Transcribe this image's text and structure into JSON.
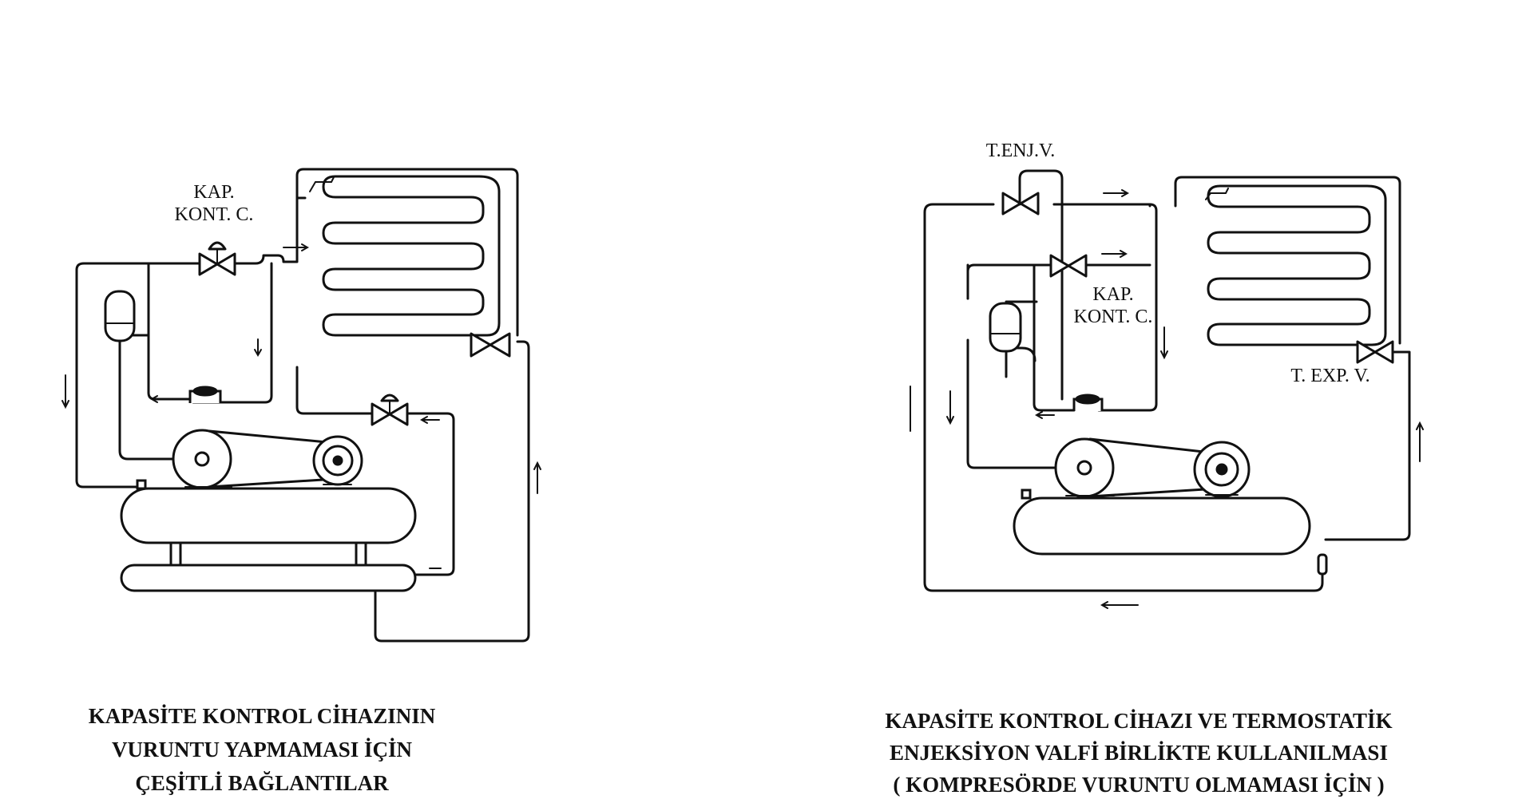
{
  "left_diagram": {
    "valve_label_line1": "KAP.",
    "valve_label_line2": "KONT. C.",
    "caption_line1": "KAPASİTE KONTROL CİHAZININ",
    "caption_line2": "VURUNTU YAPMAMASI İÇİN",
    "caption_line3": "ÇEŞİTLİ BAĞLANTILAR"
  },
  "right_diagram": {
    "injection_valve_label": "T.ENJ.V.",
    "capacity_valve_label_line1": "KAP.",
    "capacity_valve_label_line2": "KONT. C.",
    "expansion_valve_label": "T. EXP. V.",
    "caption_line1": "KAPASİTE KONTROL CİHAZI VE TERMOSTATİK",
    "caption_line2": "ENJEKSİYON VALFİ BİRLİKTE KULLANILMASI",
    "caption_line3": "( KOMPRESÖRDE VURUNTU OLMAMASI İÇİN )"
  }
}
